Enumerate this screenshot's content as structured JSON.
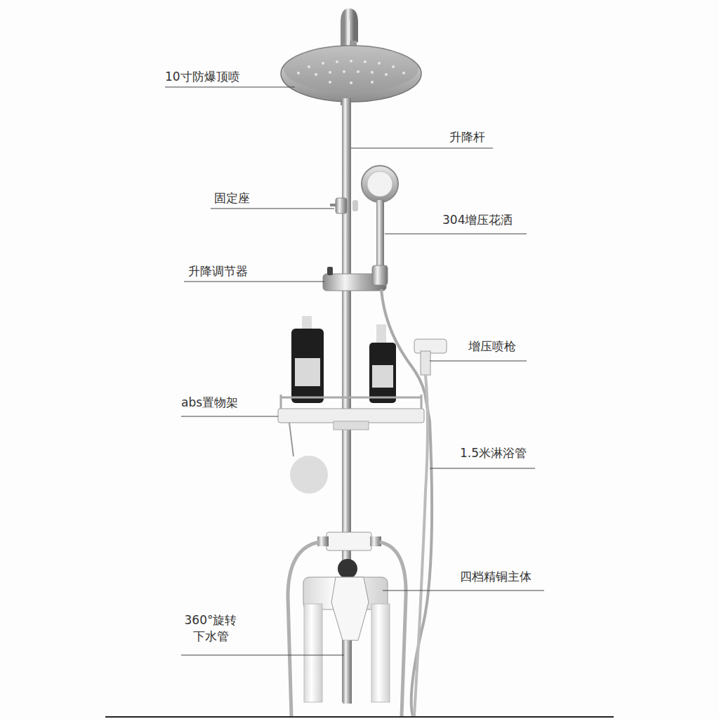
{
  "diagram": {
    "labels": [
      "10寸防爆顶喷",
      "升降杆",
      "固定座",
      "304增压花洒",
      "升降调节器",
      "增压喷枪",
      "abs置物架",
      "1.5米淋浴管",
      "四档精铜主体",
      "360°旋转 下水管"
    ]
  }
}
